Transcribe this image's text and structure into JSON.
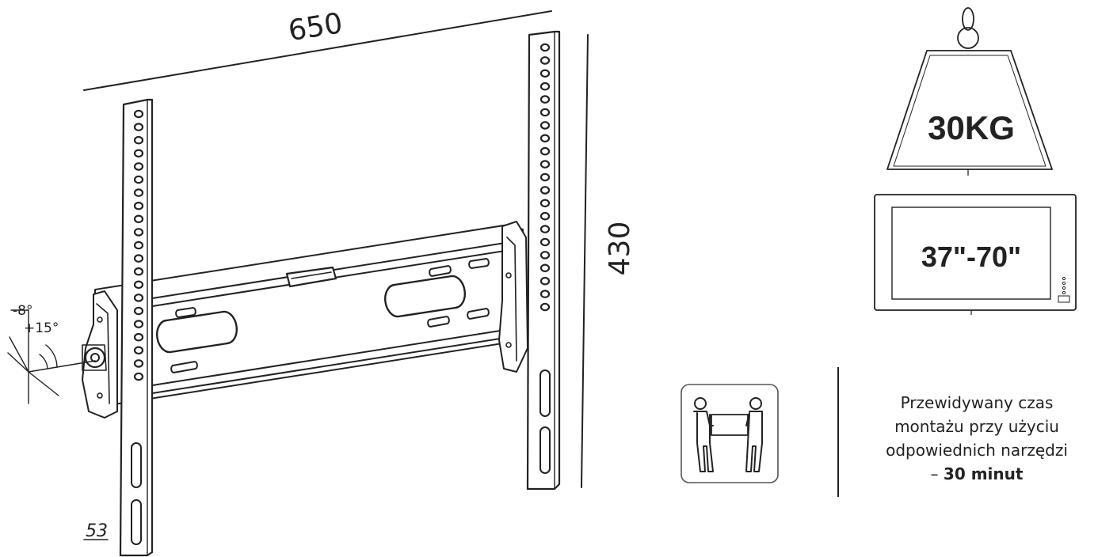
{
  "dimensions": {
    "width_label": "650",
    "height_label": "430",
    "depth_label": "53"
  },
  "tilt": {
    "down_label": "-8°",
    "up_label": "+15°"
  },
  "load": {
    "max_weight": "30KG"
  },
  "screen": {
    "size_range": "37\"-70\""
  },
  "installation": {
    "line1": "Przewidywany czas",
    "line2": "montażu przy użyciu",
    "line3": "odpowiednich narzędzi",
    "line4_prefix": "– ",
    "line4_bold": "30 minut"
  },
  "icons": {
    "mount": "tv-wall-mount-bracket",
    "weight": "weight-icon",
    "screen": "tv-screen-icon",
    "installers": "two-person-lift-icon"
  },
  "colors": {
    "line": "#222222",
    "background": "#ffffff"
  }
}
